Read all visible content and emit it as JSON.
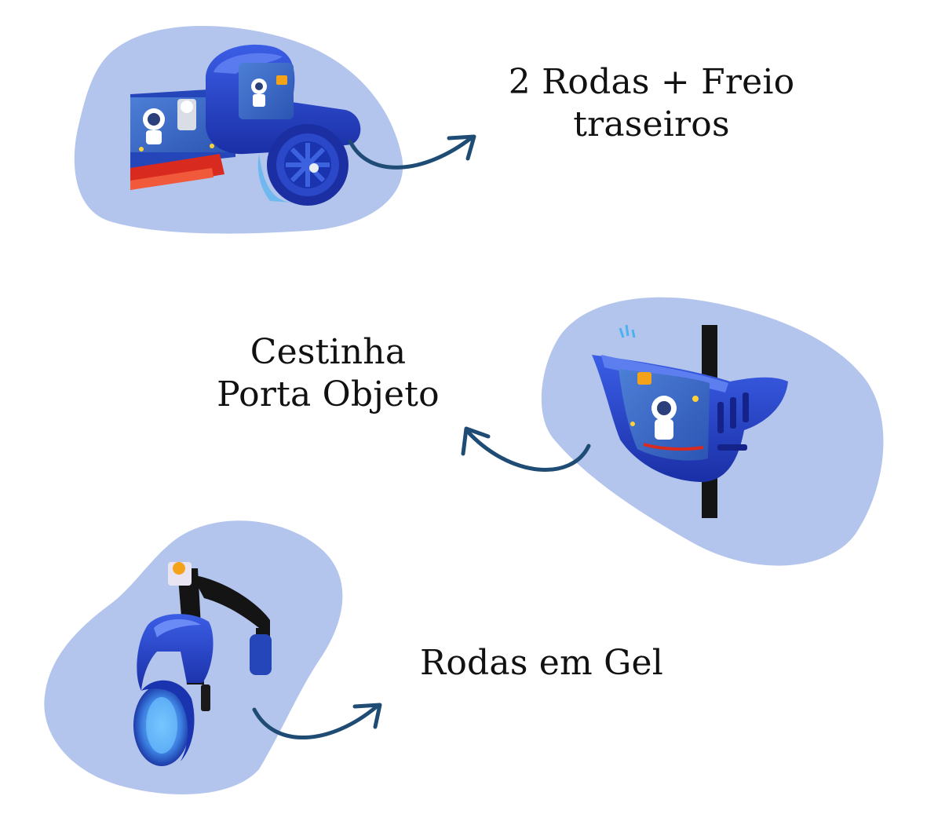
{
  "features": [
    {
      "id": "rear-wheels",
      "lines": [
        "2 Rodas + Freio",
        "traseiros"
      ],
      "photo_icon": "scooter-rear-wheels-photo"
    },
    {
      "id": "basket",
      "lines": [
        "Cestinha",
        "Porta Objeto"
      ],
      "photo_icon": "scooter-basket-photo"
    },
    {
      "id": "gel-wheels",
      "lines": [
        "Rodas em Gel"
      ],
      "photo_icon": "scooter-front-wheel-photo"
    }
  ],
  "colors": {
    "blob": "#b3c4ed",
    "arrow": "#1f4c74",
    "scooter_blue": "#1f3fc4",
    "text": "#111111"
  }
}
